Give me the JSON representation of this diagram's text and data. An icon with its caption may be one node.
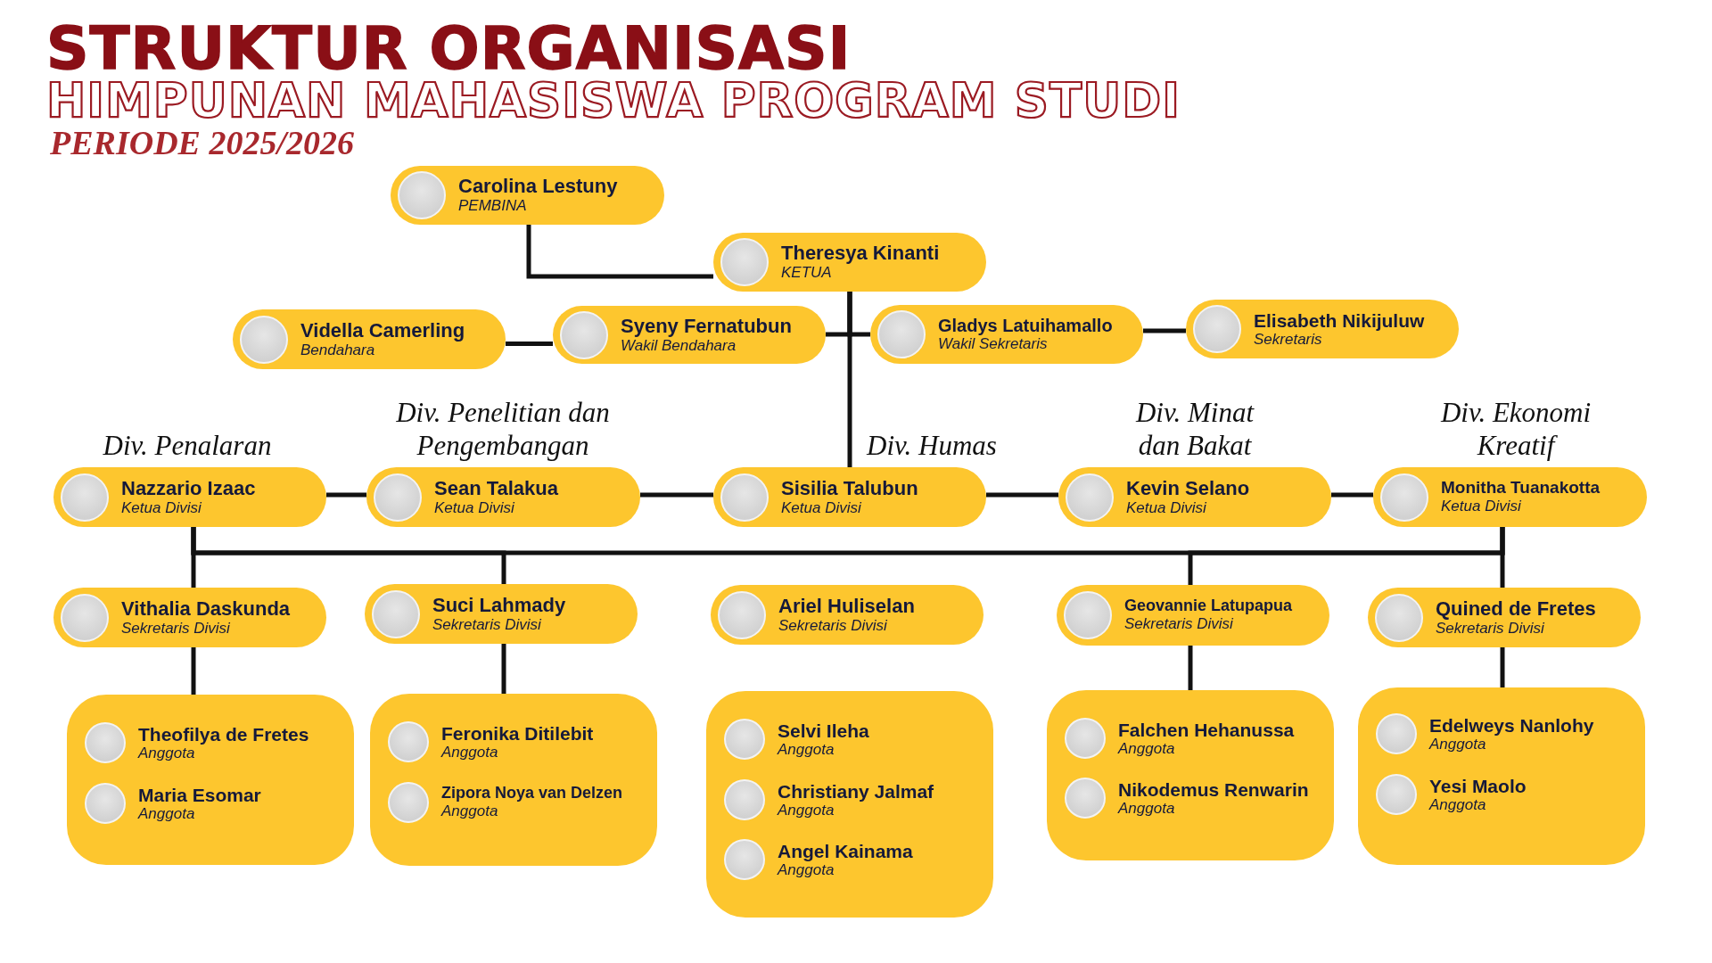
{
  "diagram": {
    "title": "STRUKTUR ORGANISASI",
    "labels": [
      "HIMPUNAN MAHASISWA PROGRAM STUDI",
      "PERIODE 2025/2026"
    ],
    "nodes": [
      {
        "text": [
          "Carolina Lestuny",
          "PEMBINA"
        ]
      },
      {
        "text": [
          "Theresya Kinanti",
          "KETUA"
        ]
      },
      {
        "text": [
          "Vidella Camerling",
          "Bendahara"
        ]
      },
      {
        "text": [
          "Syeny Fernatubun",
          "Wakil Bendahara"
        ]
      },
      {
        "text": [
          "Gladys Latuihamallo",
          "Wakil Sekretaris"
        ]
      },
      {
        "text": [
          "Elisabeth Nikijuluw",
          "Sekretaris"
        ]
      },
      {
        "text": [
          "Nazzario Izaac",
          "Ketua Divisi"
        ],
        "beside": [
          "Div. Penalaran"
        ]
      },
      {
        "text": [
          "Sean Talakua",
          "Ketua Divisi"
        ],
        "beside": [
          "Div. Penelitian dan Pengembangan"
        ]
      },
      {
        "text": [
          "Sisilia Talubun",
          "Ketua Divisi"
        ],
        "beside": [
          "Div. Humas"
        ]
      },
      {
        "text": [
          "Kevin Selano",
          "Ketua Divisi"
        ],
        "beside": [
          "Div. Minat dan Bakat"
        ]
      },
      {
        "text": [
          "Monitha Tuanakotta",
          "Ketua Divisi"
        ],
        "beside": [
          "Div. Ekonomi Kreatif"
        ]
      },
      {
        "text": [
          "Vithalia Daskunda",
          "Sekretaris Divisi"
        ]
      },
      {
        "text": [
          "Suci Lahmady",
          "Sekretaris Divisi"
        ]
      },
      {
        "text": [
          "Ariel Huliselan",
          "Sekretaris Divisi"
        ]
      },
      {
        "text": [
          "Geovannie Latupapua",
          "Sekretaris Divisi"
        ]
      },
      {
        "text": [
          "Quined de Fretes",
          "Sekretaris Divisi"
        ]
      },
      {
        "text": [],
        "shape": "box"
      },
      {
        "text": [
          "Theofilya de Fretes",
          "Anggota"
        ],
        "in": 16
      },
      {
        "text": [
          "Maria Esomar",
          "Anggota"
        ],
        "in": 16
      },
      {
        "text": [],
        "shape": "box"
      },
      {
        "text": [
          "Feronika Ditilebit",
          "Anggota"
        ],
        "in": 19
      },
      {
        "text": [
          "Zipora Noya van Delzen",
          "Anggota"
        ],
        "in": 19
      },
      {
        "text": [],
        "shape": "box"
      },
      {
        "text": [
          "Selvi Ileha",
          "Anggota"
        ],
        "in": 22
      },
      {
        "text": [
          "Christiany Jalmaf",
          "Anggota"
        ],
        "in": 22
      },
      {
        "text": [
          "Angel Kainama",
          "Anggota"
        ],
        "in": 22
      },
      {
        "text": [],
        "shape": "box"
      },
      {
        "text": [
          "Falchen Hehanussa",
          "Anggota"
        ],
        "in": 26
      },
      {
        "text": [
          "Nikodemus Renwarin",
          "Anggota"
        ],
        "in": 26
      },
      {
        "text": [],
        "shape": "box"
      },
      {
        "text": [
          "Edelweys Nanlohy",
          "Anggota"
        ],
        "in": 29
      },
      {
        "text": [
          "Yesi Maolo",
          "Anggota"
        ],
        "in": 29
      }
    ],
    "edges": [
      {
        "from": 0,
        "to": 1,
        "arrow": "none"
      },
      {
        "from": 2,
        "to": 3,
        "arrow": "none"
      },
      {
        "from": 1,
        "to": 3,
        "arrow": "none"
      },
      {
        "from": 1,
        "to": 4,
        "arrow": "none"
      },
      {
        "from": 4,
        "to": 5,
        "arrow": "none"
      },
      {
        "from": 1,
        "to": 8,
        "arrow": "none"
      },
      {
        "from": 8,
        "to": 7,
        "arrow": "none"
      },
      {
        "from": 7,
        "to": 6,
        "arrow": "none"
      },
      {
        "from": 8,
        "to": 9,
        "arrow": "none"
      },
      {
        "from": 9,
        "to": 10,
        "arrow": "none"
      },
      {
        "from": 6,
        "to": 11,
        "arrow": "none"
      },
      {
        "from": 6,
        "to": 12,
        "arrow": "none"
      },
      {
        "from": 10,
        "to": 14,
        "arrow": "none"
      },
      {
        "from": 10,
        "to": 15,
        "arrow": "none"
      },
      {
        "from": 6,
        "to": 10,
        "arrow": "none"
      },
      {
        "from": 11,
        "to": 16,
        "arrow": "none"
      },
      {
        "from": 12,
        "to": 19,
        "arrow": "none"
      },
      {
        "from": 14,
        "to": 26,
        "arrow": "none"
      },
      {
        "from": 15,
        "to": 29,
        "arrow": "none"
      }
    ]
  }
}
